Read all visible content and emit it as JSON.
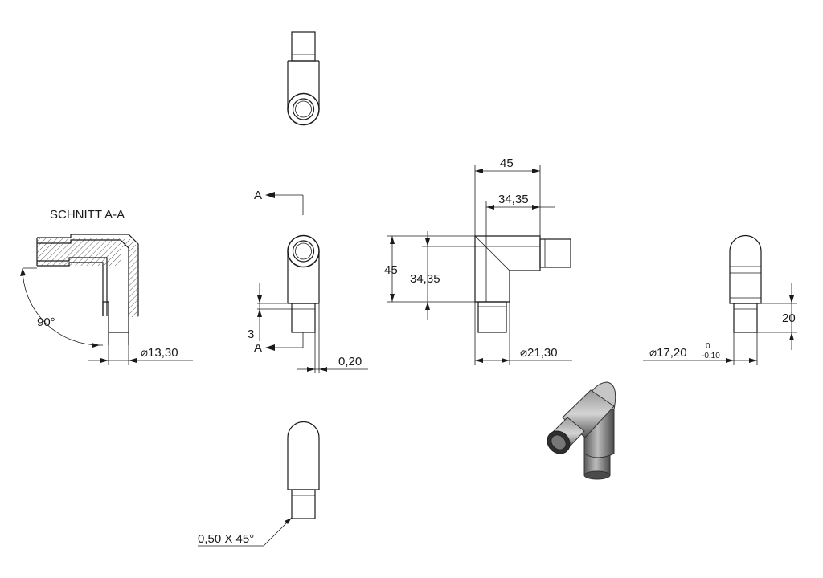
{
  "section": {
    "title": "SCHNITT A-A"
  },
  "dimensions": {
    "section_angle": "90°",
    "section_diameter": "⌀13,30",
    "section_marker_top": "A",
    "section_marker_bottom": "A",
    "side_shoulder": "3",
    "side_gap": "0,20",
    "front_width_overall": "45",
    "front_width_inner": "34,35",
    "front_height_overall": "45",
    "front_height_inner": "34,35",
    "front_diameter": "⌀21,30",
    "right_length": "20",
    "right_diameter": "⌀17,20",
    "right_tol_upper": "0",
    "right_tol_lower": "-0,10",
    "chamfer": "0,50 X 45°"
  }
}
